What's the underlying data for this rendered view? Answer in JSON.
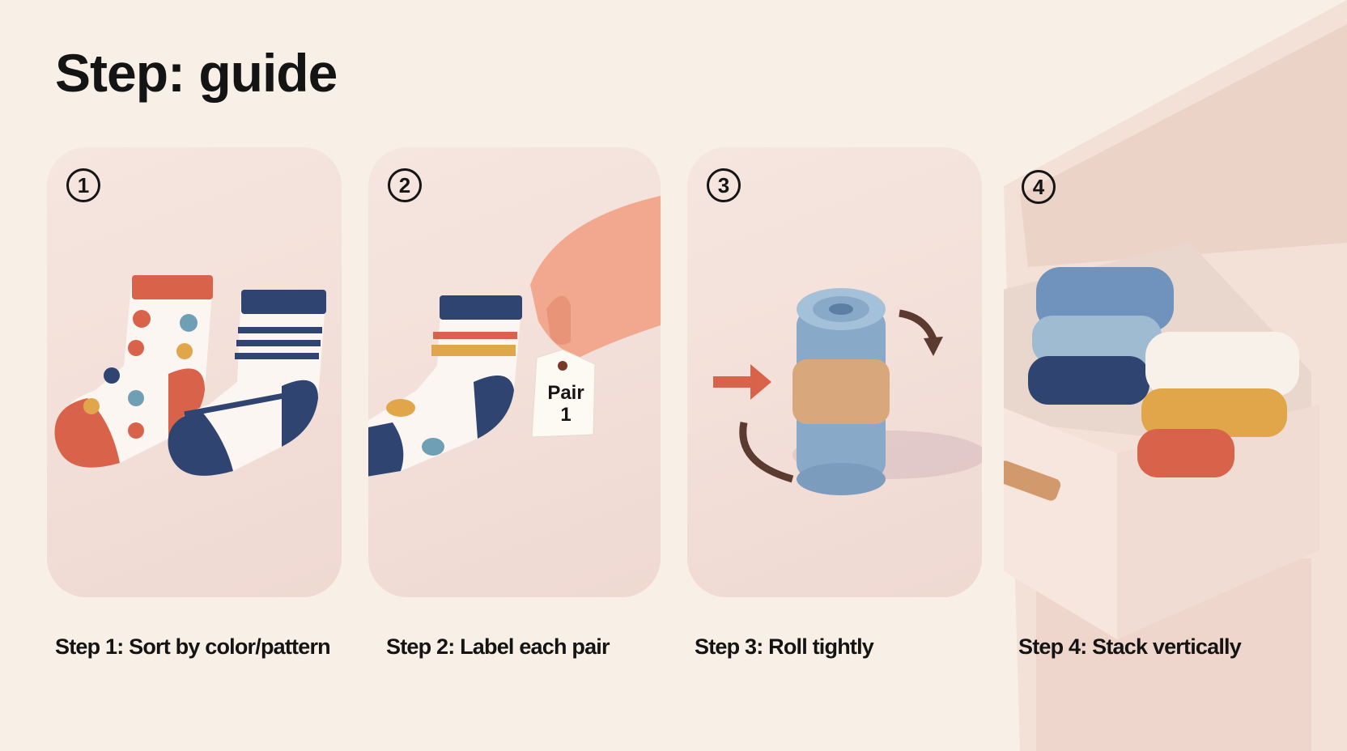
{
  "title": "Step: guide",
  "steps": [
    {
      "number": "1",
      "caption": "Step 1: Sort by color/pattern"
    },
    {
      "number": "2",
      "caption": "Step 2: Label each pair",
      "tag_text": "Pair",
      "tag_number": "1"
    },
    {
      "number": "3",
      "caption": "Step 3: Roll tightly"
    },
    {
      "number": "4",
      "caption": "Step 4: Stack vertically"
    }
  ],
  "colors": {
    "background": "#f8efe6",
    "card": "#f2ded7",
    "red": "#d8624a",
    "navy": "#2f4470",
    "blue": "#88a9c8",
    "tan": "#d9a77c",
    "mustard": "#e2a64a"
  }
}
